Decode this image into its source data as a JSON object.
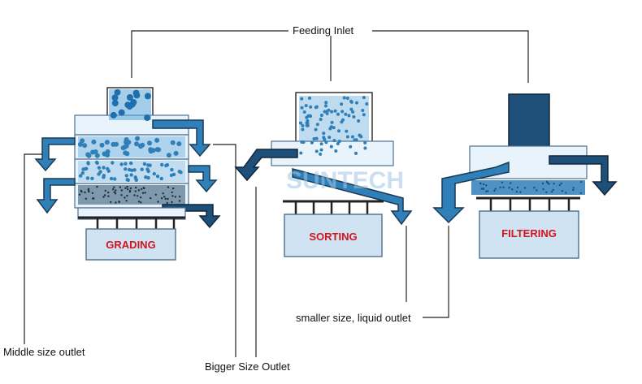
{
  "callouts": {
    "feeding_inlet": "Feeding Inlet",
    "middle_size_outlet": "Middle size outlet",
    "bigger_size_outlet": "Bigger Size Outlet",
    "smaller_size_liquid_outlet": "smaller size, liquid outlet"
  },
  "machines": {
    "grading": "GRADING",
    "sorting": "SORTING",
    "filtering": "FILTERING"
  },
  "watermark": "SUNTECH",
  "colors": {
    "label_red": "#d4141c",
    "material_blue": "#2f7fb8",
    "machine_body": "#cfe3f3",
    "dark_particle": "#1e4f78"
  }
}
